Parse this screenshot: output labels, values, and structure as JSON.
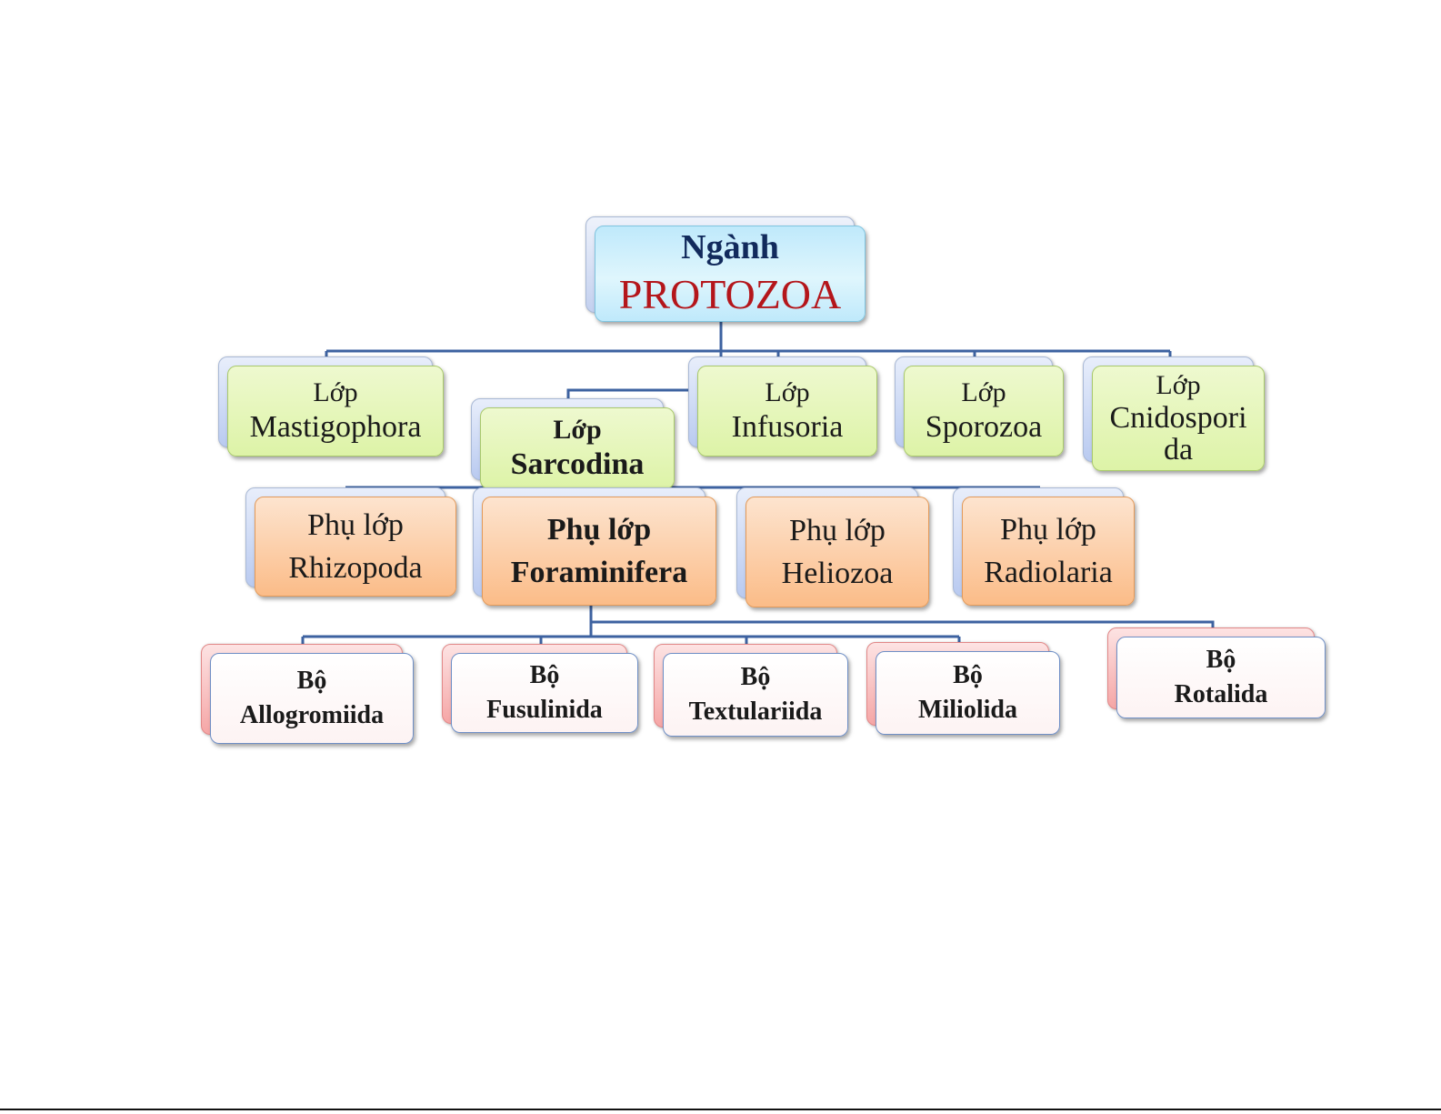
{
  "diagram": {
    "root": {
      "id": "root",
      "line1": "Ngành",
      "line2": "PROTOZOA"
    },
    "classes": [
      {
        "id": "mastigophora",
        "line1": "Lớp",
        "line2": "Mastigophora",
        "bold": false
      },
      {
        "id": "sarcodina",
        "line1": "Lớp",
        "line2": "Sarcodina",
        "bold": true
      },
      {
        "id": "infusoria",
        "line1": "Lớp",
        "line2": "Infusoria",
        "bold": false
      },
      {
        "id": "sporozoa",
        "line1": "Lớp",
        "line2": "Sporozoa",
        "bold": false
      },
      {
        "id": "cnidosporida",
        "line1": "Lớp",
        "line2": "Cnidospori da",
        "bold": false
      }
    ],
    "subclasses": [
      {
        "id": "rhizopoda",
        "line1": "Phụ lớp",
        "line2": "Rhizopoda",
        "bold": false
      },
      {
        "id": "foraminifera",
        "line1": "Phụ lớp",
        "line2": "Foraminifera",
        "bold": true
      },
      {
        "id": "heliozoa",
        "line1": "Phụ lớp",
        "line2": "Heliozoa",
        "bold": false
      },
      {
        "id": "radiolaria",
        "line1": "Phụ lớp",
        "line2": "Radiolaria",
        "bold": false
      }
    ],
    "orders": [
      {
        "id": "allogromiida",
        "line1": "Bộ",
        "line2": "Allogromiida"
      },
      {
        "id": "fusulinida",
        "line1": "Bộ",
        "line2": "Fusulinida"
      },
      {
        "id": "textulariida",
        "line1": "Bộ",
        "line2": "Textulariida"
      },
      {
        "id": "miliolida",
        "line1": "Bộ",
        "line2": "Miliolida"
      },
      {
        "id": "rotalida",
        "line1": "Bộ",
        "line2": "Rotalida"
      }
    ],
    "edges": [
      [
        "root",
        "mastigophora"
      ],
      [
        "root",
        "sarcodina"
      ],
      [
        "root",
        "infusoria"
      ],
      [
        "root",
        "sporozoa"
      ],
      [
        "root",
        "cnidosporida"
      ],
      [
        "sarcodina",
        "rhizopoda"
      ],
      [
        "sarcodina",
        "foraminifera"
      ],
      [
        "sarcodina",
        "heliozoa"
      ],
      [
        "sarcodina",
        "radiolaria"
      ],
      [
        "foraminifera",
        "allogromiida"
      ],
      [
        "foraminifera",
        "fusulinida"
      ],
      [
        "foraminifera",
        "textulariida"
      ],
      [
        "foraminifera",
        "miliolida"
      ],
      [
        "foraminifera",
        "rotalida"
      ]
    ],
    "colors": {
      "connector": "#3d62a0",
      "root_title": "#122a5c",
      "root_name": "#b4161b",
      "class_fill": "#ddf3a7",
      "subclass_fill": "#fbbc88",
      "order_fill": "#fdf3f3"
    }
  }
}
